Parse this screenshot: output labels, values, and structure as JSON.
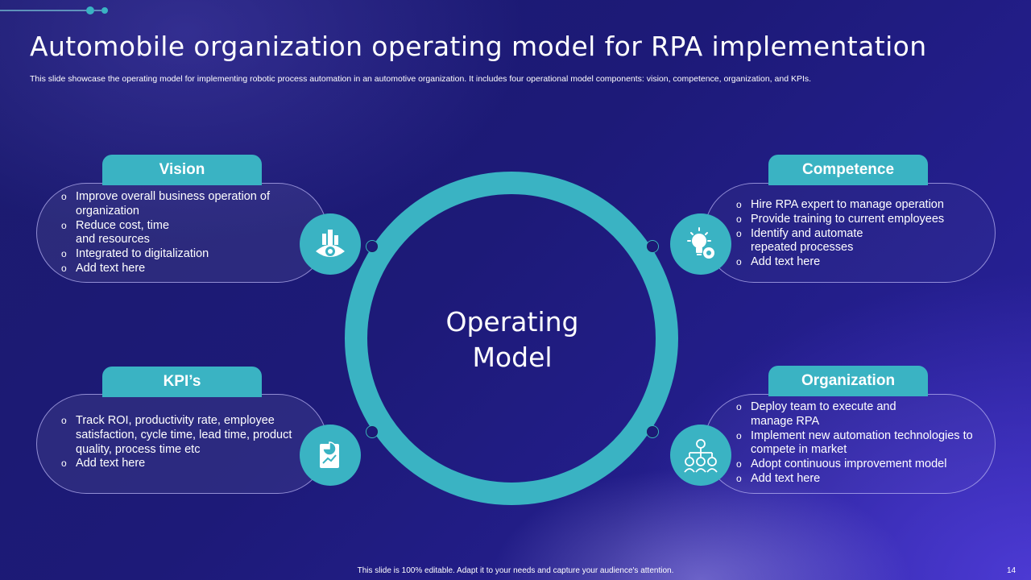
{
  "title": "Automobile organization operating model for RPA implementation",
  "subtitle": "This slide showcase the operating model for implementing robotic process automation in an automotive organization. It includes four operational model components: vision, competence, organization, and KPIs.",
  "center": {
    "line1": "Operating",
    "line2": "Model"
  },
  "sections": {
    "vision": {
      "title": "Vision",
      "icon": "vision-eye-buildings-icon",
      "items": [
        "Improve overall business operation of organization",
        "Reduce cost, time and resources",
        "Integrated to digitalization",
        "Add text here"
      ]
    },
    "competence": {
      "title": "Competence",
      "icon": "lightbulb-gear-icon",
      "items": [
        "Hire RPA expert to manage operation",
        "Provide training to current employees",
        "Identify and automate repeated processes",
        "Add text here"
      ]
    },
    "kpis": {
      "title": "KPI’s",
      "icon": "report-chart-icon",
      "items": [
        "Track ROI, productivity rate, employee satisfaction, cycle time, lead time, product quality, process time etc",
        "Add text here"
      ]
    },
    "organization": {
      "title": "Organization",
      "icon": "org-hierarchy-icon",
      "items": [
        "Deploy team to execute and manage RPA",
        "Implement new automation technologies to compete in market",
        "Adopt continuous improvement model",
        "Add text here"
      ]
    }
  },
  "footer": "This slide is 100% editable. Adapt it to your needs and capture your audience's attention.",
  "page_number": "14",
  "colors": {
    "accent": "#3ab3c3",
    "background": "#1d1a78"
  }
}
